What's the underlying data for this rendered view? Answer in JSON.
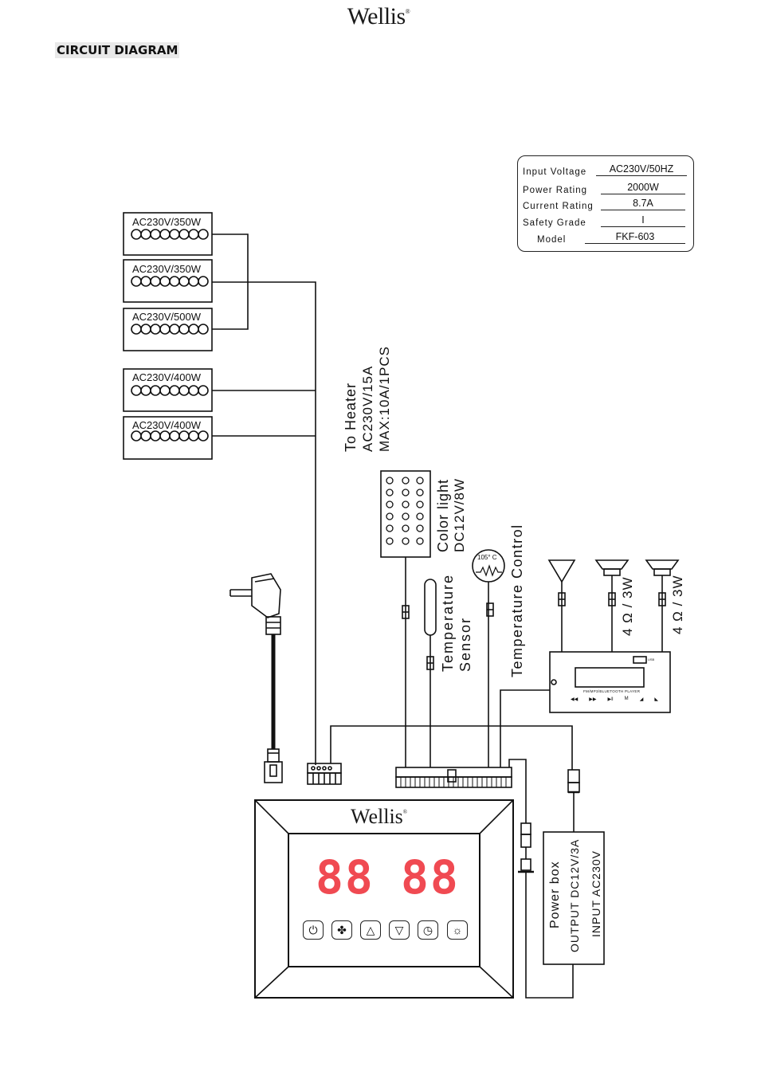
{
  "header": {
    "logo_text": "Wellis",
    "logo_mark": "®",
    "section_title": "CIRCUIT DIAGRAM"
  },
  "spec_plate": {
    "rows": [
      {
        "label": "Input Voltage",
        "value": "AC230V/50HZ"
      },
      {
        "label": "Power Rating",
        "value": "2000W"
      },
      {
        "label": "Current Rating",
        "value": "8.7A"
      },
      {
        "label": "Safety Grade",
        "value": "I"
      },
      {
        "label": "Model",
        "value": "FKF-603"
      }
    ]
  },
  "heaters": [
    {
      "label": "AC230V/350W"
    },
    {
      "label": "AC230V/350W"
    },
    {
      "label": "AC230V/500W"
    },
    {
      "label": "AC230V/400W"
    },
    {
      "label": "AC230V/400W"
    }
  ],
  "to_heater": {
    "line1": "To Heater",
    "line2": "AC230V/15A",
    "line3": "MAX:10A/1PCS"
  },
  "color_light": {
    "line1": "Color light",
    "line2": "DC12V/8W"
  },
  "temp_sensor": {
    "line1": "Temperature",
    "line2": "Sensor"
  },
  "temp_control": {
    "label": "Temperature  Control",
    "badge": "105° C"
  },
  "speakers": {
    "left_rating": "4 Ω / 3W",
    "right_rating": "4 Ω / 3W"
  },
  "player": {
    "usb_label": "USB",
    "caption": "FM/MP3/BLUETOOTH PLAYER",
    "controls": [
      "◀◀",
      "▶▶",
      "▶‖",
      "M",
      "◢",
      "◣"
    ]
  },
  "power_box": {
    "title": "Power box",
    "output": "OUTPUT  DC12V/3A",
    "input": "INPUT  AC230V"
  },
  "control_panel": {
    "logo_text": "Wellis",
    "logo_mark": "®",
    "display_left": "88",
    "display_right": "88",
    "display_color": "#f04a52"
  }
}
